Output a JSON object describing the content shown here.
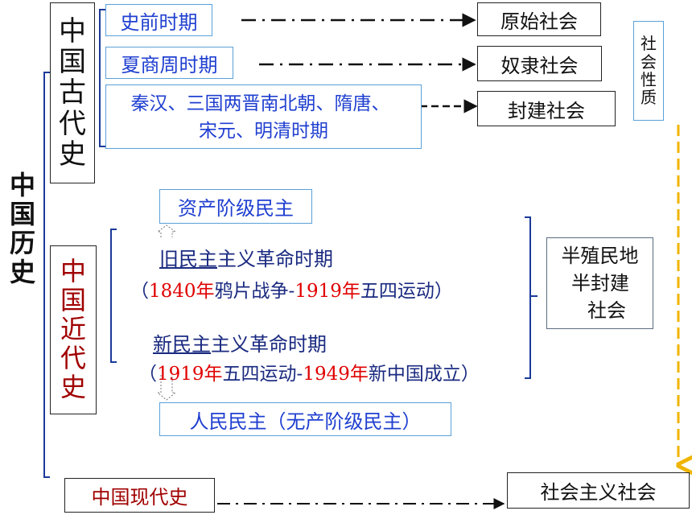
{
  "root": {
    "chars": [
      "中",
      "国",
      "历",
      "史"
    ]
  },
  "ancient": {
    "title_chars": [
      "中",
      "国",
      "古",
      "代",
      "史"
    ],
    "periods": [
      {
        "label": "史前时期",
        "society": "原始社会"
      },
      {
        "label": "夏商周时期",
        "society": "奴隶社会"
      },
      {
        "label_line1": "秦汉、三国两晋南北朝、隋唐、",
        "label_line2": "宋元、明清时期",
        "society": "封建社会"
      }
    ]
  },
  "nature": {
    "chars": [
      "社",
      "会",
      "性",
      "质"
    ]
  },
  "modern": {
    "title_chars": [
      "中",
      "国",
      "近",
      "代",
      "史"
    ],
    "bourgeois_box": "资产阶级民主",
    "old_period": {
      "title_underlined": "旧民主",
      "title_rest": "主义革命时期",
      "open": "（",
      "start_year": "1840年",
      "start_event": "鸦片战争",
      "dash": "-",
      "end_year": "1919年",
      "end_event": "五四运动",
      "close": "）"
    },
    "new_period": {
      "title_underlined": "新民主",
      "title_rest": "主义革命时期",
      "open": "（",
      "start_year": "1919年",
      "start_event": "五四运动",
      "dash": "-",
      "end_year": "1949年",
      "end_event": "新中国成立",
      "close": "）"
    },
    "people_box": "人民民主（无产阶级民主）",
    "society_lines": [
      "半殖民地",
      "半封建",
      "社会"
    ]
  },
  "contemporary": {
    "label": "中国现代史",
    "society": "社会主义社会"
  },
  "colors": {
    "blue_text": "#1f3fd0",
    "dark_red": "#a00000",
    "red": "#e00000",
    "orange_dash": "#f0b400",
    "box_blue_border": "#5aa0d8"
  }
}
